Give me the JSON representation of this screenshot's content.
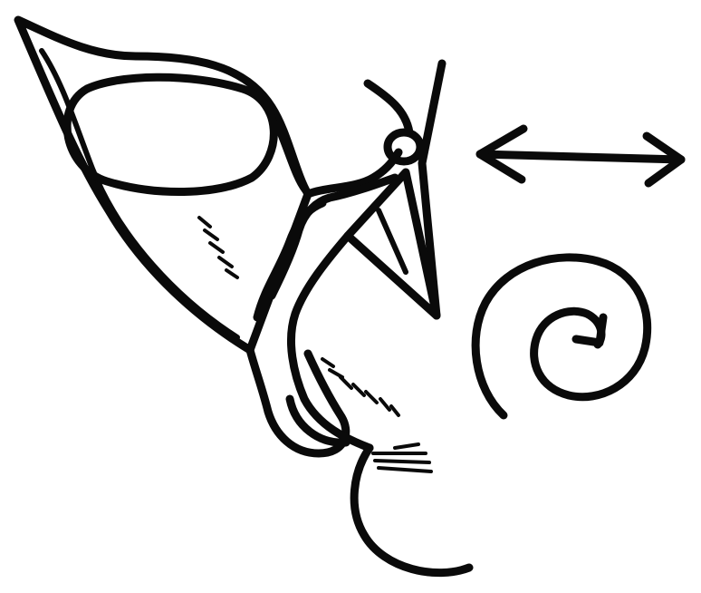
{
  "figure": {
    "ink_color": "#0a0a0a",
    "background": "#ffffff",
    "elements": [
      "ossicle-incus-body",
      "incus-oval-opening",
      "malleus-handle",
      "stapes-footplate",
      "tympanic-membrane-line",
      "double-headed-arrow-icon",
      "cochlea-spiral-icon"
    ]
  }
}
